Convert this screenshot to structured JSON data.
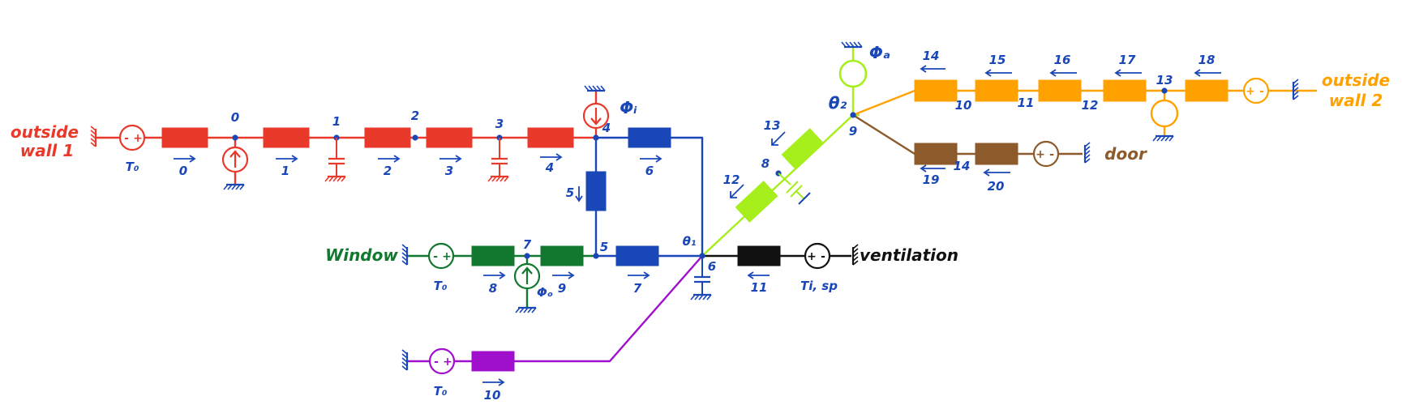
{
  "colors": {
    "wall1": "#e8392a",
    "blue": "#1a47b8",
    "window": "#13782f",
    "purple": "#a010cc",
    "black": "#111111",
    "lime": "#a6ee1c",
    "wall2": "#ffa200",
    "door": "#8c5a2b",
    "white": "#ffffff"
  },
  "labels": {
    "wall1": [
      "outside",
      "wall 1"
    ],
    "wall2": [
      "outside",
      "wall 2"
    ],
    "window": "Window",
    "door": "door",
    "ventilation": "ventilation",
    "to": "T₀",
    "tisp": "Ti, sp",
    "phi_i": "Φᵢ",
    "phi_o": "Φₒ",
    "phi_a": "Φₐ",
    "theta1": "θ₁",
    "theta2": "θ₂"
  },
  "nodes": [
    "0",
    "1",
    "2",
    "3",
    "4",
    "5",
    "6",
    "7",
    "8",
    "9",
    "10",
    "11",
    "12",
    "13",
    "14"
  ],
  "branches": [
    "0",
    "1",
    "2",
    "3",
    "4",
    "5",
    "6",
    "7",
    "8",
    "9",
    "10",
    "11",
    "12",
    "13",
    "14",
    "15",
    "16",
    "17",
    "18",
    "19",
    "20"
  ],
  "icons": [
    "ground-icon",
    "temperature-source-icon",
    "heat-flow-source-icon",
    "capacitor-icon",
    "resistor-icon"
  ]
}
